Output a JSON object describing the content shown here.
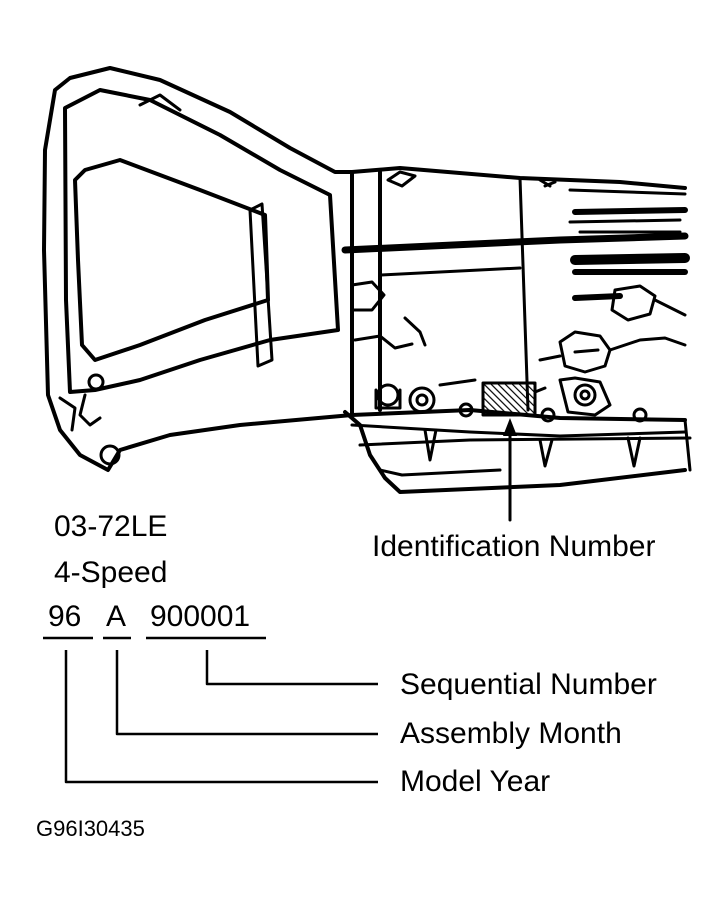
{
  "transmission": {
    "model": "03-72LE",
    "speeds": "4-Speed"
  },
  "identification_label": "Identification Number",
  "code": {
    "model_year": "96",
    "assembly_month": "A",
    "sequential": "900001"
  },
  "legend": {
    "sequential_number": "Sequential Number",
    "assembly_month": "Assembly Month",
    "model_year": "Model Year"
  },
  "figure_id": "G96I30435",
  "colors": {
    "ink": "#000000",
    "background": "#ffffff"
  }
}
